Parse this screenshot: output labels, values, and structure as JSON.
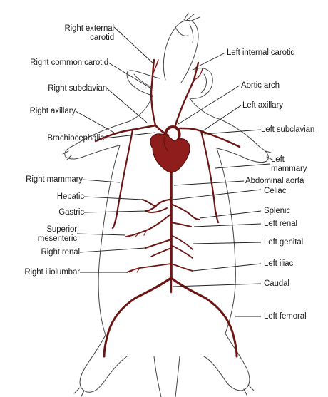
{
  "colors": {
    "artery": "#6b1614",
    "heart": "#8f1d1b",
    "outline": "#444444",
    "text": "#1a1a1a"
  },
  "labels": {
    "right_external_carotid": "Right external carotid",
    "left_internal_carotid": "Left internal carotid",
    "right_common_carotid": "Right common carotid",
    "right_subclavian": "Right subclavian",
    "aortic_arch": "Aortic arch",
    "left_axillary": "Left axillary",
    "right_axillary": "Right axillary",
    "left_subclavian": "Left subclavian",
    "brachiocephalic": "Brachiocephalic",
    "left_mammary": "Left mammary",
    "right_mammary": "Right mammary",
    "abdominal_aorta": "Abdominal aorta",
    "hepatic": "Hepatic",
    "celiac": "Celiac",
    "gastric": "Gastric",
    "splenic": "Splenic",
    "superior_mesenteric": "Superior mesenteric",
    "left_renal": "Left renal",
    "right_renal": "Right renal",
    "left_genital": "Left genital",
    "left_iliac": "Left iliac",
    "right_iliolumbar": "Right iliolumbar",
    "caudal": "Caudal",
    "left_femoral": "Left femoral"
  }
}
